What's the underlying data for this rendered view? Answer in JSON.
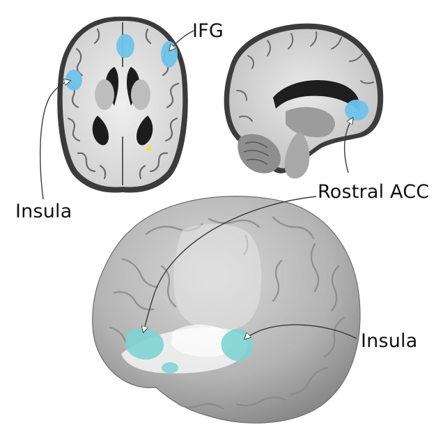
{
  "labels": {
    "ifg": "IFG",
    "insula_axial": "Insula",
    "rostral_acc": "Rostral ACC",
    "insula_3d": "Insula"
  },
  "colors": {
    "activation_blue": "#6ec3ea",
    "activation_teal": "#7fd3d3",
    "brain_gray": "#9a9a9a",
    "brain_light": "#c9c9c9",
    "slice_white": "#e8e8e8",
    "slice_dark": "#1c1c1c",
    "leader_line": "#3a3a3a"
  },
  "panels": {
    "axial_slice": "axial-brain-slice",
    "sagittal_slice": "sagittal-brain-slice",
    "surface_render": "3d-brain-render"
  }
}
